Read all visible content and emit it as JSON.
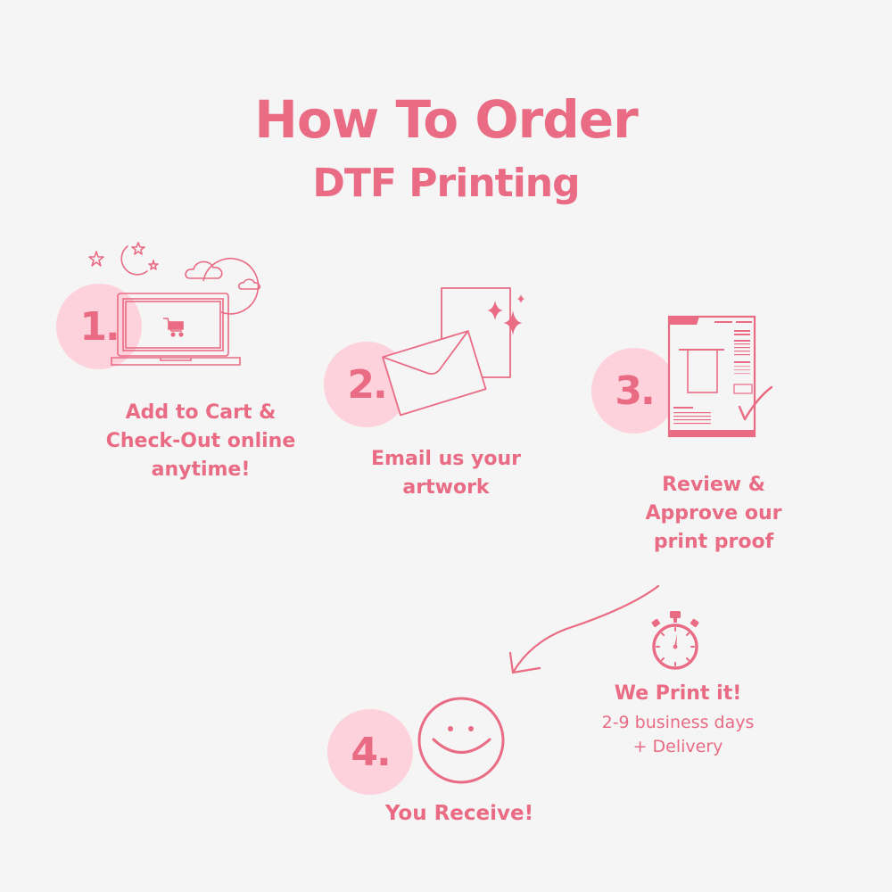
{
  "header": {
    "title": "How To Order",
    "subtitle": "DTF Printing"
  },
  "colors": {
    "accent": "#e96b84",
    "circle_fill": "#fdd2dc",
    "background": "#f5f5f5"
  },
  "steps": [
    {
      "number": "1.",
      "icon": "laptop-shopping-cart-icon",
      "caption": "Add to Cart &\nCheck-Out online\nanytime!"
    },
    {
      "number": "2.",
      "icon": "envelope-icon",
      "caption": "Email us your\nartwork"
    },
    {
      "number": "3.",
      "icon": "print-proof-document-icon",
      "caption": "Review &\nApprove our\nprint proof"
    },
    {
      "number": "4.",
      "icon": "smiley-face-icon",
      "caption": "You Receive!"
    }
  ],
  "print_stage": {
    "icon": "stopwatch-icon",
    "title": "We Print it!",
    "detail": "2-9 business days\n+ Delivery"
  }
}
